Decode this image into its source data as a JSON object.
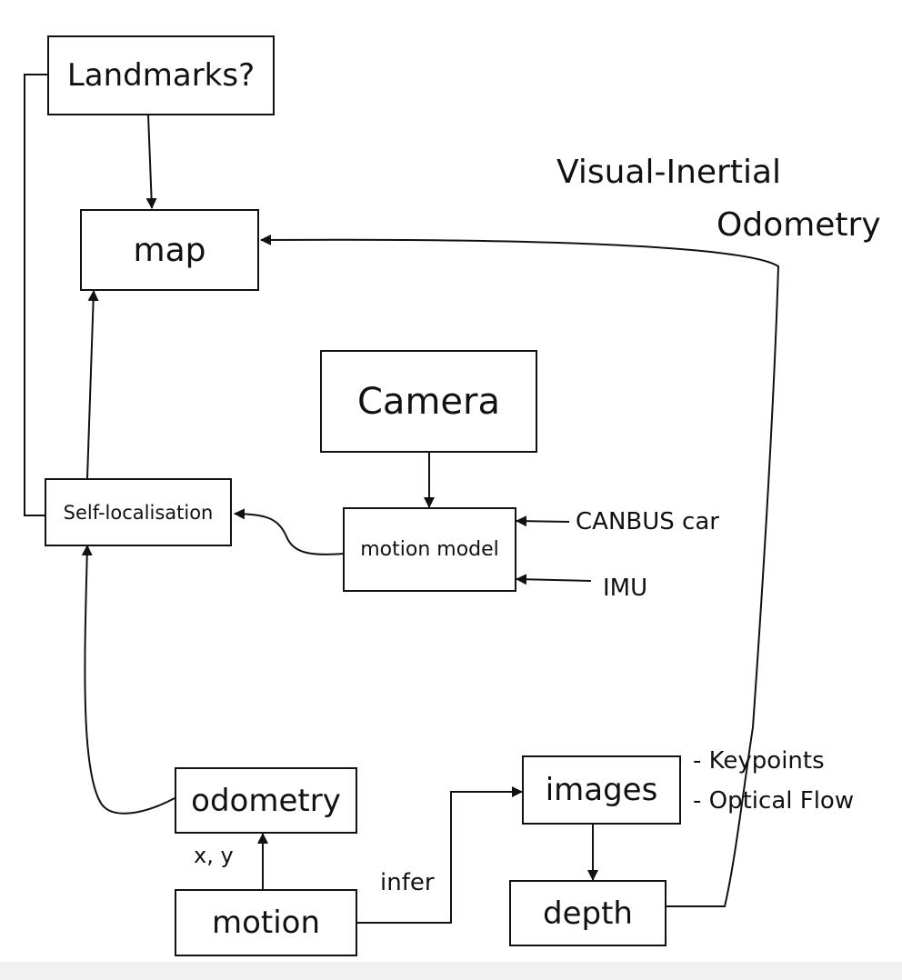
{
  "nodes": {
    "landmarks": "Landmarks?",
    "map": "map",
    "camera": "Camera",
    "self_localisation": "Self-localisation",
    "motion_model": "motion model",
    "odometry": "odometry",
    "motion": "motion",
    "images": "images",
    "depth": "depth"
  },
  "labels": {
    "vio_line1": "Visual-Inertial",
    "vio_line2": "Odometry",
    "canbus": "CANBUS car",
    "imu": "IMU",
    "xy": "x, y",
    "infer": "infer",
    "keypoints": "- Keypoints",
    "optical_flow": "- Optical Flow"
  },
  "colors": {
    "stroke": "#111111",
    "background": "#ffffff"
  }
}
